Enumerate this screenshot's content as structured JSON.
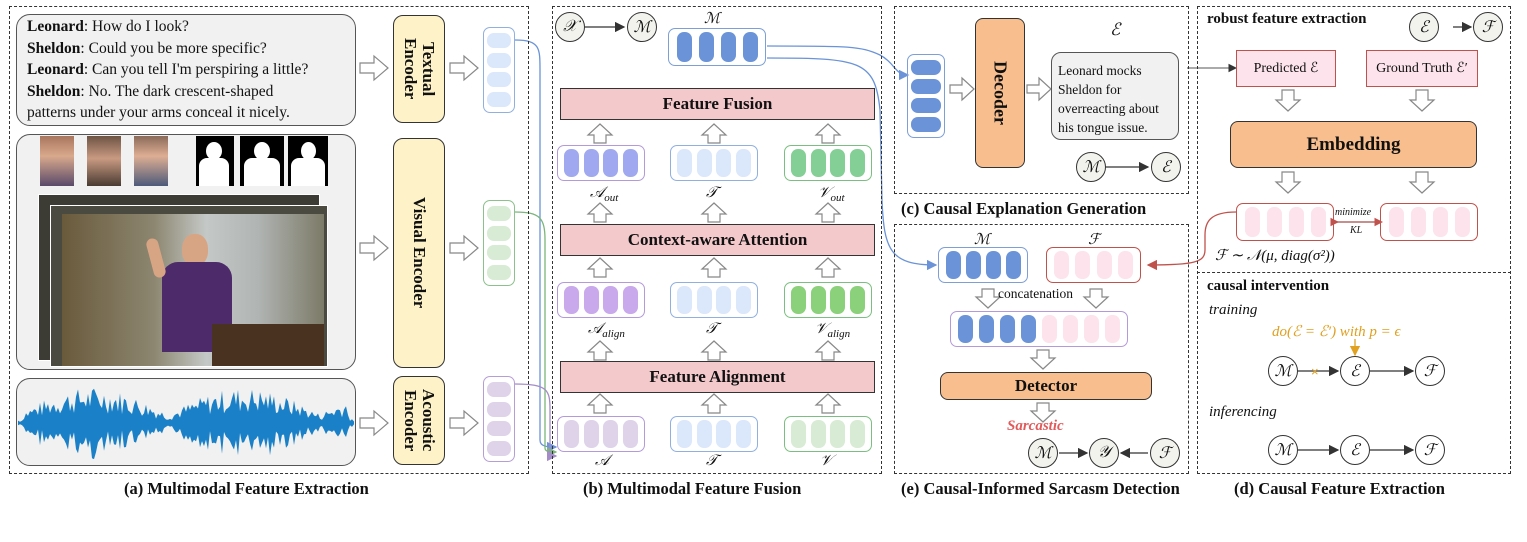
{
  "captions": {
    "a": "(a) Multimodal Feature Extraction",
    "b": "(b) Multimodal Feature Fusion",
    "c": "(c) Causal Explanation Generation",
    "e": "(e) Causal-Informed Sarcasm Detection",
    "d": "(d) Causal Feature Extraction"
  },
  "dialogue": [
    {
      "speaker": "Leonard",
      "text": ": How do I look?"
    },
    {
      "speaker": "Sheldon",
      "text": ": Could you be more specific?"
    },
    {
      "speaker": "Leonard",
      "text": ": Can you tell I'm perspiring a little?"
    },
    {
      "speaker": "Sheldon",
      "text": ": No. The dark crescent-shaped"
    },
    {
      "speaker": "",
      "text": "patterns under your arms conceal it nicely."
    }
  ],
  "encoders": {
    "textual": "Textual Encoder",
    "visual": "Visual Encoder",
    "acoustic": "Acoustic Encoder"
  },
  "fusion": {
    "feature_fusion": "Feature Fusion",
    "context_attention": "Context-aware Attention",
    "feature_alignment": "Feature Alignment",
    "sym_X": "𝒳",
    "sym_M": "ℳ",
    "a_out": "𝒜out",
    "t": "𝒯",
    "v_out": "𝒱out",
    "a_align": "𝒜align",
    "v_align": "𝒱align",
    "a": "𝒜",
    "v": "𝒱"
  },
  "explanation": {
    "decoder": "Decoder",
    "sym_E": "ℰ",
    "text": "Leonard mocks Sheldon for overreacting about his tongue issue.",
    "chain_M": "ℳ",
    "chain_E": "ℰ"
  },
  "detection": {
    "sym_M": "ℳ",
    "sym_F": "ℱ",
    "concatenation": "concatenation",
    "detector": "Detector",
    "sarcastic": "Sarcastic",
    "chain_M": "ℳ",
    "chain_Y": "𝒴",
    "chain_F": "ℱ"
  },
  "robust": {
    "title": "robust feature extraction",
    "chain_E": "ℰ",
    "chain_F": "ℱ",
    "predicted": "Predicted ℰ",
    "ground_truth": "Ground Truth ℰ′",
    "embedding": "Embedding",
    "minimize": "minimize",
    "kl": "KL",
    "formula": "ℱ ∼ 𝒩(μ, diag(σ²))"
  },
  "intervention": {
    "title": "causal intervention",
    "training": "training",
    "do_expr": "do(ℰ = ℰ′) with p = ϵ",
    "inferencing": "inferencing",
    "M": "ℳ",
    "E": "ℰ",
    "F": "ℱ",
    "do_color": "#e0a020"
  },
  "colors": {
    "blue": "#6a93d8",
    "light_blue": "#dbe7fa",
    "green": "#84cf95",
    "light_green": "#d8ebd4",
    "purple": "#c9b0ec",
    "light_purple": "#dfd3ea",
    "pink": "#fde3ec",
    "sarcastic": "#e05a5a"
  }
}
